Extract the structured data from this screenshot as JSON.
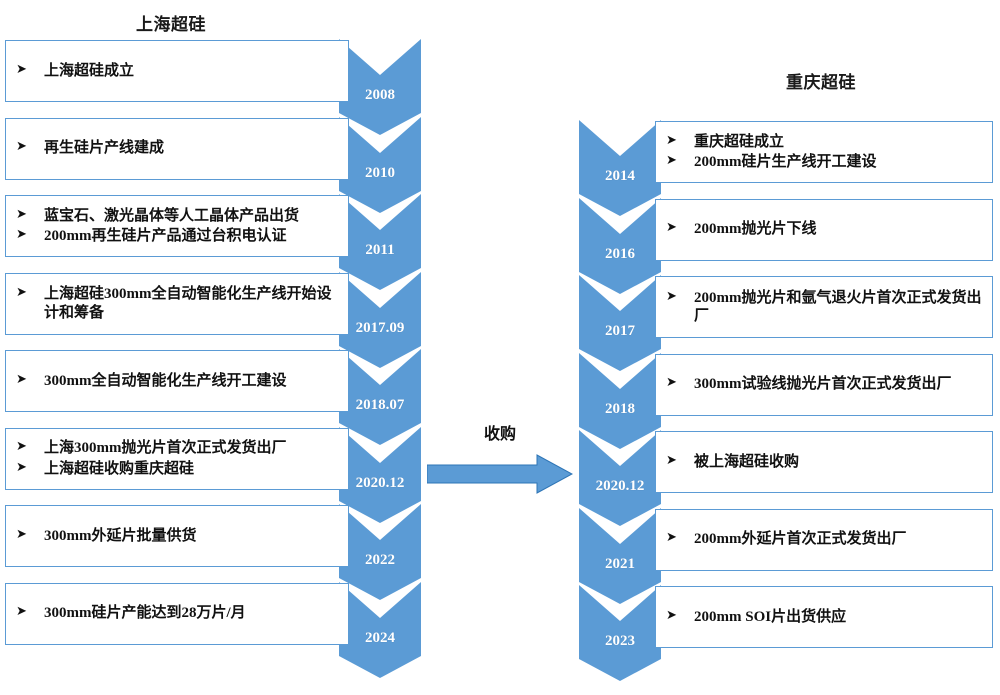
{
  "diagram": {
    "type": "timeline-milestone-chevron",
    "bullet_glyph": "➤",
    "colors": {
      "chevron_fill": "#5B9BD5",
      "chevron_fill_dark": "#4A8CC7",
      "box_border": "#5B9BD5",
      "box_background": "#FFFFFF",
      "text": "#111111",
      "chevron_label_text": "#FFFFFF",
      "arrow_fill": "#5B9BD5",
      "arrow_stroke": "#2E75B6"
    }
  },
  "left_column": {
    "title": "上海超硅",
    "rows": [
      {
        "year": "2008",
        "lines": [
          "上海超硅成立"
        ]
      },
      {
        "year": "2010",
        "lines": [
          "再生硅片产线建成"
        ]
      },
      {
        "year": "2011",
        "lines": [
          "蓝宝石、激光晶体等人工晶体产品出货",
          "200mm再生硅片产品通过台积电认证"
        ]
      },
      {
        "year": "2017.09",
        "lines": [
          "上海超硅300mm全自动智能化生产线开始设计和筹备"
        ]
      },
      {
        "year": "2018.07",
        "lines": [
          "300mm全自动智能化生产线开工建设"
        ]
      },
      {
        "year": "2020.12",
        "lines": [
          "上海300mm抛光片首次正式发货出厂",
          "上海超硅收购重庆超硅"
        ]
      },
      {
        "year": "2022",
        "lines": [
          "300mm外延片批量供货"
        ]
      },
      {
        "year": "2024",
        "lines": [
          "300mm硅片产能达到28万片/月"
        ]
      }
    ]
  },
  "right_column": {
    "title": "重庆超硅",
    "rows": [
      {
        "year": "2014",
        "lines": [
          "重庆超硅成立",
          "200mm硅片生产线开工建设"
        ]
      },
      {
        "year": "2016",
        "lines": [
          "200mm抛光片下线"
        ]
      },
      {
        "year": "2017",
        "lines": [
          "200mm抛光片和氩气退火片首次正式发货出厂"
        ]
      },
      {
        "year": "2018",
        "lines": [
          "300mm试验线抛光片首次正式发货出厂"
        ]
      },
      {
        "year": "2020.12",
        "lines": [
          "被上海超硅收购"
        ]
      },
      {
        "year": "2021",
        "lines": [
          "200mm外延片首次正式发货出厂"
        ]
      },
      {
        "year": "2023",
        "lines": [
          "200mm SOI片出货供应"
        ]
      }
    ]
  },
  "connector": {
    "label": "收购",
    "direction": "left-to-right"
  }
}
